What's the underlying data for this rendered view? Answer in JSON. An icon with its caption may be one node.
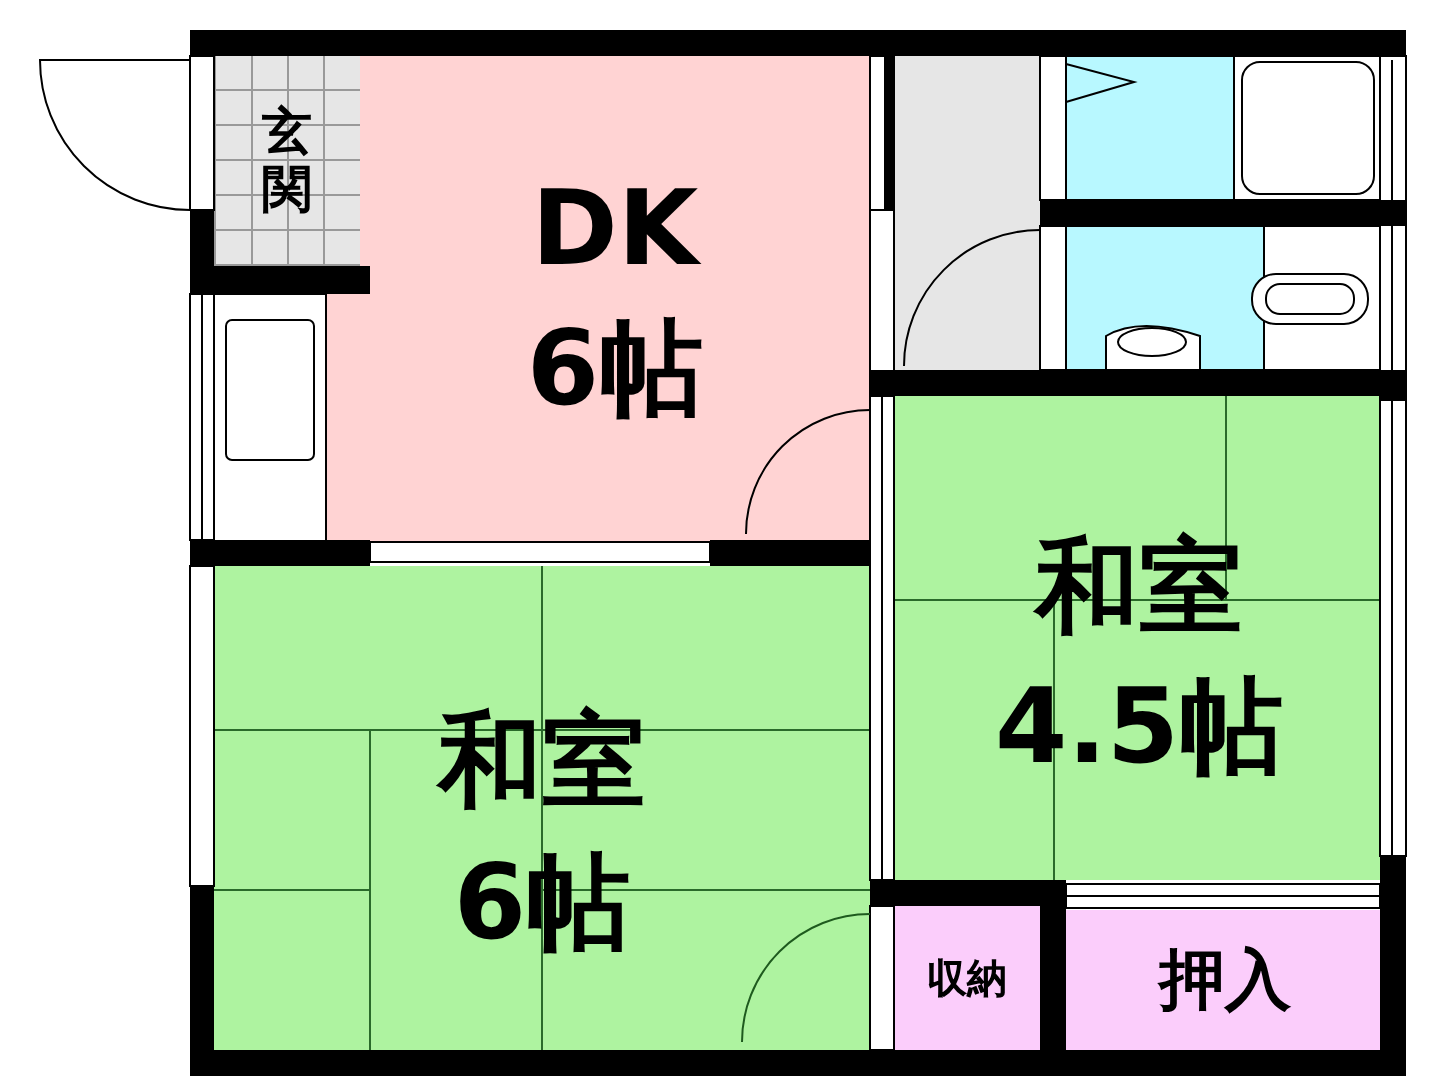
{
  "diagram": {
    "nodes": [
      {
        "text": [
          "玄関"
        ]
      },
      {
        "text": [
          "DK",
          "6帖"
        ]
      },
      {
        "text": [
          "和室",
          "4.5帖"
        ]
      },
      {
        "text": [
          "和室",
          "6帖"
        ]
      },
      {
        "text": [
          "収納"
        ]
      },
      {
        "text": [
          "押入"
        ]
      }
    ]
  }
}
